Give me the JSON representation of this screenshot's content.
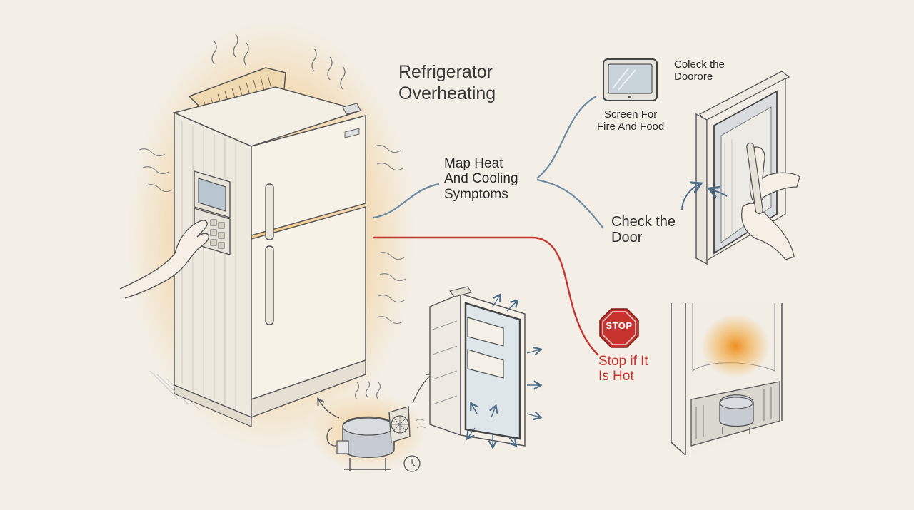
{
  "title": "Refrigerator\nOverheating",
  "center_label": "Map Heat\nAnd Cooling\nSymptoms",
  "branches": {
    "screen": {
      "label": "Screen For\nFire And Food",
      "icon": "tablet-screen-icon"
    },
    "door_top": {
      "label": "Coleck the\nDoorore"
    },
    "door_check": {
      "label": "Check the\nDoor"
    },
    "stop": {
      "label": "Stop if It\nIs Hot",
      "sign_text": "STOP",
      "icon": "stop-sign-icon"
    }
  },
  "colors": {
    "background": "#f3efe6",
    "heat_glow": "#f2a93b",
    "stop_red": "#c8332f",
    "connector_blue": "#6d8aa3",
    "ink": "#3a3a3a"
  }
}
